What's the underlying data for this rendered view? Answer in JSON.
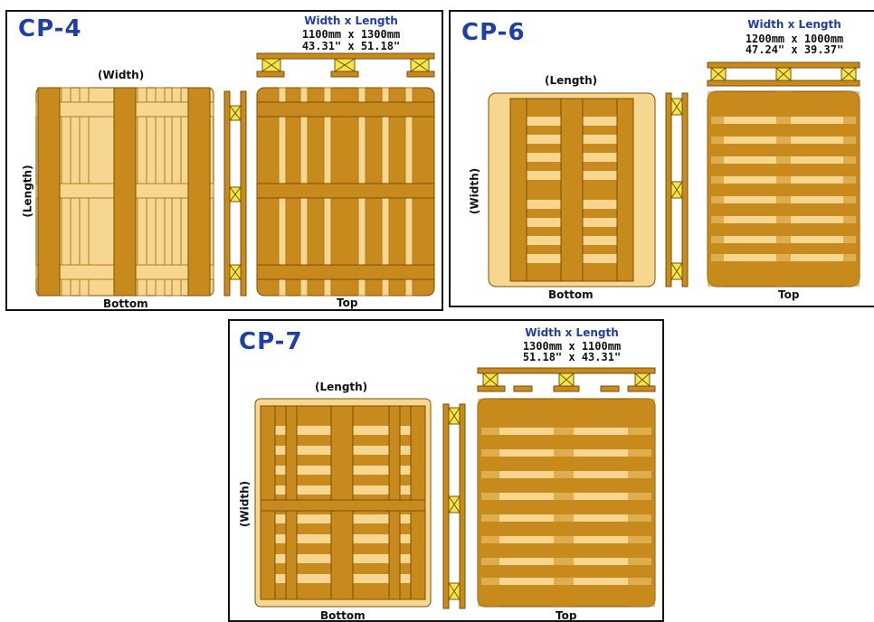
{
  "colors": {
    "frame": "#111111",
    "title": "#1f3fa8",
    "dim_heading": "#1f3fa8",
    "board_dark": "#c88a1c",
    "board_light": "#f7d78f",
    "outline": "#7a5008",
    "block": "#f3e64b"
  },
  "pallets": [
    {
      "title": "CP-4",
      "dim_heading": "Width x Length",
      "dim_mm": "1100mm x 1300mm",
      "dim_in": "43.31\" x 51.18\"",
      "bottom_h_label": "(Width)",
      "bottom_v_label": "(Length)",
      "bottom_caption": "Bottom",
      "top_caption": "Top"
    },
    {
      "title": "CP-6",
      "dim_heading": "Width x Length",
      "dim_mm": "1200mm x 1000mm",
      "dim_in": "47.24\" x 39.37\"",
      "bottom_h_label": "(Length)",
      "bottom_v_label": "(Width)",
      "bottom_caption": "Bottom",
      "top_caption": "Top"
    },
    {
      "title": "CP-7",
      "dim_heading": "Width x Length",
      "dim_mm": "1300mm x 1100mm",
      "dim_in": "51.18\" x 43.31\"",
      "bottom_h_label": "(Length)",
      "bottom_v_label": "(Width)",
      "bottom_caption": "Bottom",
      "top_caption": "Top"
    }
  ]
}
